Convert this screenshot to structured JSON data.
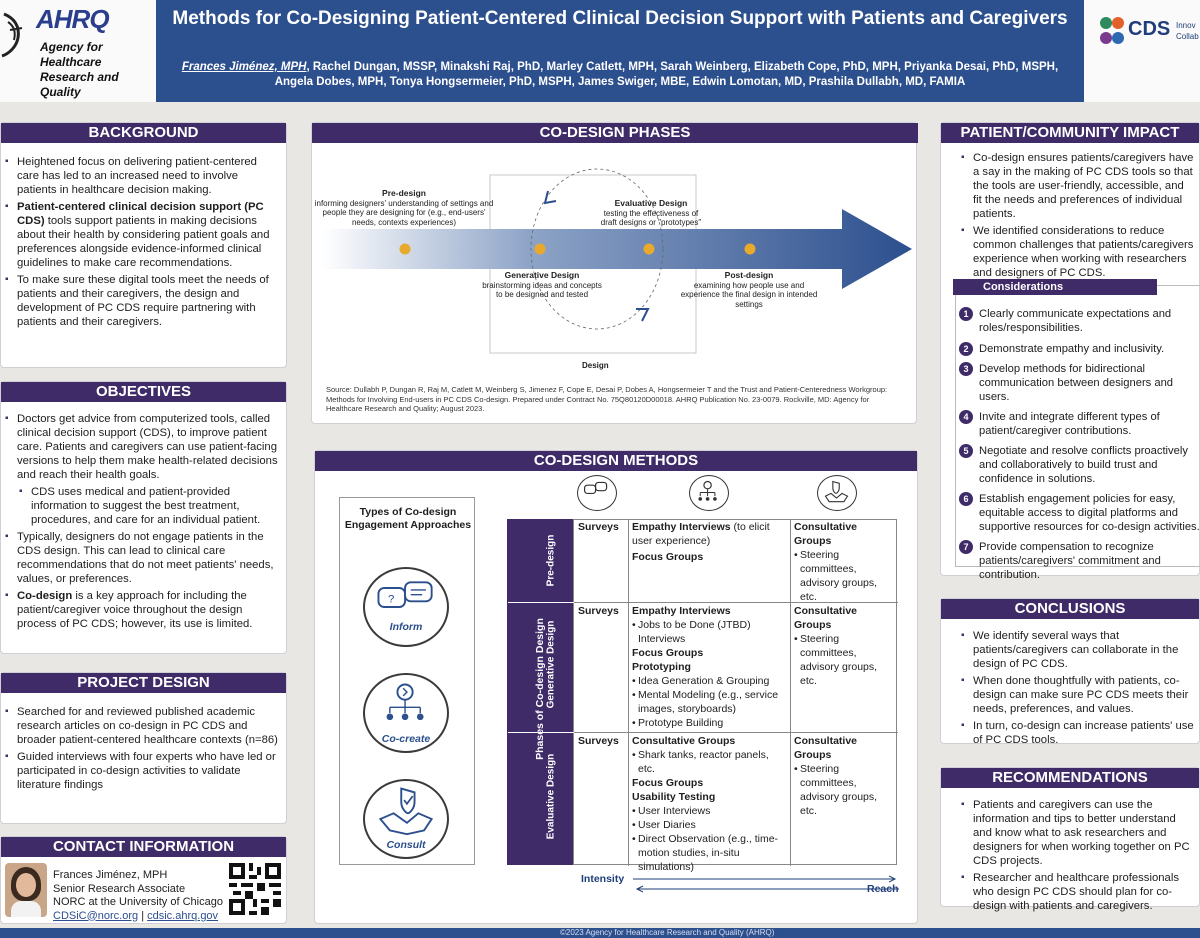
{
  "header": {
    "org_logo": "AHRQ",
    "org_name": "Agency for Healthcare Research and Quality",
    "title": "Methods for Co-Designing Patient-Centered Clinical Decision Support with Patients and Caregivers",
    "first_author": "Frances Jiménez, MPH",
    "authors_rest": ", Rachel Dungan, MSSP, Minakshi Raj, PhD, Marley Catlett, MPH, Sarah Weinberg, Elizabeth Cope, PhD, MPH, Priyanka Desai, PhD, MSPH, Angela Dobes, MPH, Tonya Hongsermeier, PhD, MSPH, James Swiger, MBE, Edwin Lomotan, MD, Prashila Dullabh, MD, FAMIA",
    "right_logo": "CDS",
    "right_logo_sub": "Innov Collab"
  },
  "background": {
    "heading": "BACKGROUND",
    "items": [
      {
        "bold": "",
        "text": "Heightened focus on delivering patient-centered care has led to an increased need to involve patients in healthcare decision making."
      },
      {
        "bold": "Patient-centered clinical decision support (PC CDS)",
        "text": " tools support patients in making decisions about their health by considering patient goals and preferences alongside evidence-informed clinical guidelines to make care recommendations."
      },
      {
        "bold": "",
        "text": "To make sure these digital tools meet the needs of patients and their caregivers, the design and development of PC CDS require partnering with patients and their caregivers."
      }
    ]
  },
  "objectives": {
    "heading": "OBJECTIVES",
    "item1": "Doctors get advice from computerized tools, called clinical decision support (CDS), to improve patient care. Patients and caregivers can use patient-facing versions to help them make health-related decisions and reach their health goals.",
    "sub1": "CDS uses medical and patient-provided information to suggest the best treatment, procedures, and care for an individual patient.",
    "item2": "Typically, designers do not engage patients in the CDS design. This can lead to clinical care recommendations that do not meet patients' needs, values, or preferences.",
    "item3_bold": "Co-design",
    "item3": " is a key approach for including the patient/caregiver voice throughout the design process of PC CDS; however, its use is limited."
  },
  "project_design": {
    "heading": "PROJECT DESIGN",
    "items": [
      "Searched for and reviewed published academic research articles on co-design in PC CDS and broader patient-centered healthcare contexts (n=86)",
      "Guided interviews with four experts who have led or participated in co-design activities to validate literature findings"
    ]
  },
  "contact": {
    "heading": "CONTACT INFORMATION",
    "name": "Frances Jiménez, MPH",
    "role": "Senior Research Associate",
    "org": "NORC at the University of Chicago",
    "email": "CDSiC@norc.org",
    "sep": "|",
    "site": "cdsic.ahrq.gov"
  },
  "phases": {
    "heading": "CO-DESIGN PHASES",
    "pre_title": "Pre-design",
    "pre_text": "informing designers' understanding of settings and people they are designing for (e.g., end-users' needs, contexts experiences)",
    "gen_title": "Generative Design",
    "gen_text": "brainstorming ideas and concepts to be designed and tested",
    "eval_title": "Evaluative Design",
    "eval_text": "testing the effectiveness of draft designs or \"prototypes\"",
    "post_title": "Post-design",
    "post_text": "examining how people use and experience the final design in intended settings",
    "design_label": "Design",
    "source": "Source: Dullabh P, Dungan R, Raj M, Catlett M, Weinberg S, Jimenez F, Cope E, Desai P, Dobes A, Hongsermeier T and the Trust and Patient-Centeredness Workgroup: Methods for Involving End-users in PC CDS Co-design. Prepared under Contract No. 75Q80120D00018. AHRQ Publication No. 23-0079. Rockville, MD: Agency for Healthcare Research and Quality; August 2023.",
    "colors": {
      "arrow": "#2c4f8e",
      "dot": "#e8a92c"
    }
  },
  "methods": {
    "heading": "CO-DESIGN METHODS",
    "types_title": "Types of Co-design Engagement Approaches",
    "approaches": [
      "Inform",
      "Co-create",
      "Consult"
    ],
    "phases_axis": "Phases of Co-design Design",
    "rows": [
      {
        "phase": "Pre-design",
        "col1": "Surveys",
        "col2_head": "Empathy Interviews",
        "col2_head_tail": " (to elicit user experience)",
        "col2_items": [],
        "col2_head2": "Focus Groups",
        "col2_items2": [],
        "col2_head3": "",
        "col2_items3": [],
        "col3_head": "Consultative Groups",
        "col3_items": [
          "Steering committees, advisory groups, etc."
        ]
      },
      {
        "phase": "Generative Design",
        "col1": "Surveys",
        "col2_head": "Empathy Interviews",
        "col2_head_tail": "",
        "col2_items": [
          "Jobs to be Done (JTBD) Interviews"
        ],
        "col2_head2": "Focus Groups",
        "col2_items2": [],
        "col2_head3": "Prototyping",
        "col2_items3": [
          "Idea Generation & Grouping",
          "Mental Modeling (e.g., service images, storyboards)",
          "Prototype Building"
        ],
        "col3_head": "Consultative Groups",
        "col3_items": [
          "Steering committees, advisory groups, etc."
        ]
      },
      {
        "phase": "Evaluative Design",
        "col1": "Surveys",
        "col2_head": "Consultative Groups",
        "col2_head_tail": "",
        "col2_items": [
          "Shark tanks, reactor panels, etc."
        ],
        "col2_head2": "Focus Groups",
        "col2_items2": [],
        "col2_head3": "Usability Testing",
        "col2_items3": [
          "User Interviews",
          "User Diaries",
          "Direct Observation (e.g., time-motion studies, in-situ simulations)"
        ],
        "col3_head": "Consultative Groups",
        "col3_items": [
          "Steering committees, advisory groups, etc."
        ]
      }
    ],
    "intensity": "Intensity",
    "reach": "Reach"
  },
  "impact": {
    "heading": "PATIENT/COMMUNITY IMPACT",
    "items": [
      "Co-design ensures patients/caregivers have a say in the making of PC CDS tools so that the tools are user-friendly, accessible, and fit the needs and preferences of individual patients.",
      "We identified considerations to reduce common challenges that patients/caregivers experience when working with researchers and designers of PC CDS."
    ],
    "considerations_heading": "Considerations",
    "considerations": [
      "Clearly communicate expectations and roles/responsibilities.",
      "Demonstrate empathy and inclusivity.",
      "Develop methods for bidirectional communication between designers and users.",
      "Invite and integrate different types of patient/caregiver contributions.",
      "Negotiate and resolve conflicts proactively and collaboratively to build trust and confidence in solutions.",
      "Establish engagement policies for easy, equitable access to digital platforms and supportive resources for co-design activities.",
      "Provide compensation to recognize patients/caregivers' commitment and contribution."
    ]
  },
  "conclusions": {
    "heading": "CONCLUSIONS",
    "items": [
      "We identify several ways that patients/caregivers can collaborate in the design of PC CDS.",
      "When done thoughtfully with patients, co-design can make sure PC CDS meets their needs, preferences, and values.",
      "In turn, co-design can increase patients' use of PC CDS tools."
    ]
  },
  "recommendations": {
    "heading": "RECOMMENDATIONS",
    "items": [
      "Patients and caregivers can use the information and tips to better understand and know what to ask researchers and designers for when working together on PC CDS projects.",
      "Researcher and healthcare professionals who design PC CDS should plan for co-design with patients and caregivers."
    ]
  },
  "footer": {
    "text": "©2023 Agency for Healthcare Research and Quality (AHRQ)"
  }
}
